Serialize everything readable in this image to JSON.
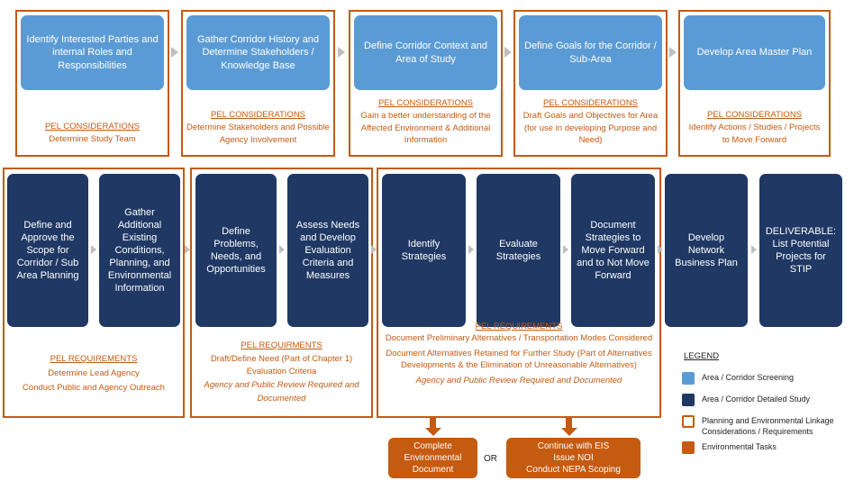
{
  "top_row": [
    {
      "title": "Identify Interested Parties and internal Roles and Responsibilities",
      "pel_heading": "PEL CONSIDERATIONS",
      "pel_text": "Determine Study Team"
    },
    {
      "title": "Gather Corridor History and Determine Stakeholders / Knowledge Base",
      "pel_heading": "PEL CONSIDERATIONS",
      "pel_text": "Determine Stakeholders and Possible Agency Involvement"
    },
    {
      "title": "Define Corridor Context and Area of Study",
      "pel_heading": "PEL CONSIDERATIONS",
      "pel_text": "Gain a better understanding of the Affected Environment & Additional Information"
    },
    {
      "title": "Define Goals for the Corridor / Sub-Area",
      "pel_heading": "PEL CONSIDERATIONS",
      "pel_text": "Draft Goals and Objectives for Area (for use in developing Purpose and Need)"
    },
    {
      "title": "Develop Area Master Plan",
      "pel_heading": "PEL CONSIDERATIONS",
      "pel_text": "Identify Actions / Studies / Projects to Move Forward"
    }
  ],
  "bottom_row": [
    "Define and Approve the Scope for Corridor / Sub Area Planning",
    "Gather Additional Existing Conditions, Planning, and Environmental Information",
    "Define Problems, Needs, and Opportunities",
    "Assess Needs and Develop Evaluation Criteria and Measures",
    "Identify Strategies",
    "Evaluate Strategies",
    "Document Strategies to Move Forward and to Not Move Forward",
    "Develop Network Business Plan",
    "DELIVERABLE: List Potential Projects for STIP"
  ],
  "group1": {
    "heading": "PEL REQUIREMENTS",
    "line1": "Determine Lead Agency",
    "line2": "Conduct Public and Agency Outreach"
  },
  "group2": {
    "heading": "PEL REQUIRMENTS",
    "line1": "Draft/Define Need  (Part of Chapter 1)",
    "line2": "Evaluation Criteria",
    "line3": "Agency and Public Review Required and Documented"
  },
  "group3": {
    "heading": "PEL REQUIREMENTS",
    "line1": "Document Preliminary Alternatives / Transportation Modes Considered",
    "line2": "Document Alternatives Retained for Further Study (Part of Alternatives Developments & the Elimination of Unreasonable Alternatives)",
    "line3": "Agency and Public Review Required and Documented"
  },
  "env_tasks": {
    "left": "Complete Environmental Document",
    "or": "OR",
    "right_1": "Continue with EIS",
    "right_2": "Issue NOI",
    "right_3": "Conduct NEPA Scoping"
  },
  "legend": {
    "title": "LEGEND",
    "items": [
      {
        "label": "Area / Corridor Screening",
        "color": "#5b9bd5"
      },
      {
        "label": "Area / Corridor Detailed Study",
        "color": "#1f3864"
      },
      {
        "label": "Planning and Environmental Linkage Considerations / Requirements",
        "color": "#c55a11"
      },
      {
        "label": "Environmental Tasks",
        "color": "#c55a11"
      }
    ]
  },
  "colors": {
    "light_blue": "#5b9bd5",
    "dark_blue": "#1f3864",
    "orange": "#c55a11",
    "arrow_gray": "#bfbfbf"
  }
}
